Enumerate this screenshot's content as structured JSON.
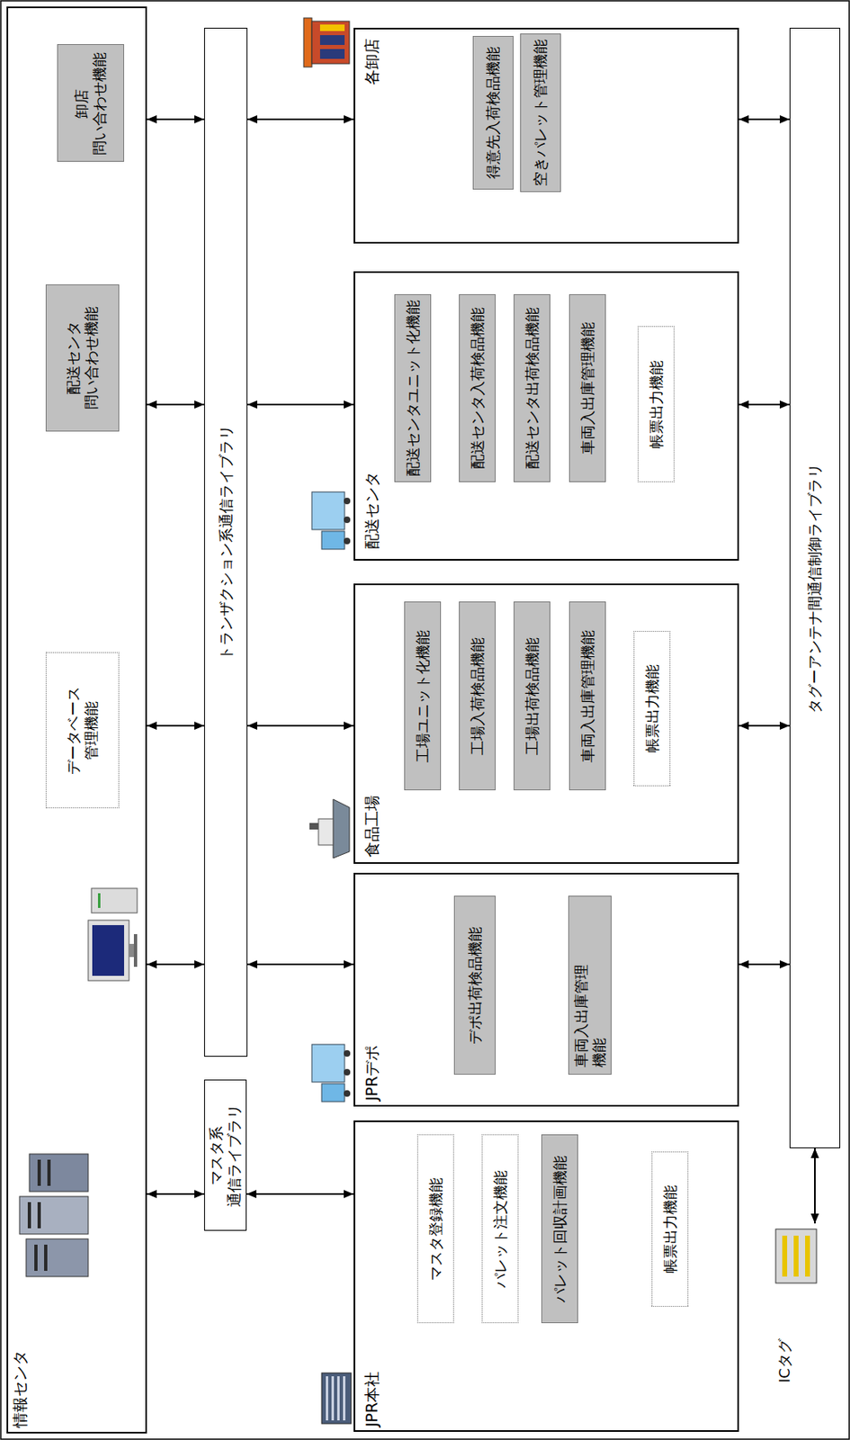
{
  "diagram": {
    "nodes": [
      {
        "text": [
          "情報センタ"
        ]
      },
      {
        "text": [
          "データベース 管理機能"
        ],
        "in": 0
      },
      {
        "text": [
          "配送センタ 問い合わせ機能"
        ],
        "in": 0
      },
      {
        "text": [
          "卸店 問い合わせ機能"
        ],
        "in": 0
      },
      {
        "text": [
          "マスタ系 通信ライブラリ"
        ]
      },
      {
        "text": [
          "トランザクション系通信ライブラリ"
        ]
      },
      {
        "text": [
          "JPR本社"
        ]
      },
      {
        "text": [
          "マスタ登録機能"
        ],
        "in": 6
      },
      {
        "text": [
          "パレット注文機能"
        ],
        "in": 6
      },
      {
        "text": [
          "パレット回収計画機能"
        ],
        "in": 6
      },
      {
        "text": [
          "帳票出力機能"
        ],
        "in": 6
      },
      {
        "text": [
          "JPRデポ"
        ]
      },
      {
        "text": [
          "デポ出荷検品機能"
        ],
        "in": 11
      },
      {
        "text": [
          "車両入出庫管理 機能"
        ],
        "in": 11
      },
      {
        "text": [
          "食品工場"
        ]
      },
      {
        "text": [
          "工場ユニット化機能"
        ],
        "in": 14
      },
      {
        "text": [
          "工場入荷検品機能"
        ],
        "in": 14
      },
      {
        "text": [
          "工場出荷検品機能"
        ],
        "in": 14
      },
      {
        "text": [
          "車両入出庫管理機能"
        ],
        "in": 14
      },
      {
        "text": [
          "帳票出力機能"
        ],
        "in": 14
      },
      {
        "text": [
          "配送センタ"
        ]
      },
      {
        "text": [
          "配送センタユニット化機能"
        ],
        "in": 20
      },
      {
        "text": [
          "配送センタ入荷検品機能"
        ],
        "in": 20
      },
      {
        "text": [
          "配送センタ出荷検品機能"
        ],
        "in": 20
      },
      {
        "text": [
          "車両入出庫管理機能"
        ],
        "in": 20
      },
      {
        "text": [
          "帳票出力機能"
        ],
        "in": 20
      },
      {
        "text": [
          "各卸店"
        ]
      },
      {
        "text": [
          "得意先入荷検品機能"
        ],
        "in": 26
      },
      {
        "text": [
          "空きパレット管理機能"
        ],
        "in": 26
      },
      {
        "text": [
          "ICタグ"
        ]
      },
      {
        "text": [
          "タグーアンテナ間通信制御ライブラリ"
        ]
      }
    ],
    "edges": [
      {
        "from": 0,
        "to": 4,
        "arrow": "both"
      },
      {
        "from": 0,
        "to": 5,
        "arrow": "both"
      },
      {
        "from": 0,
        "to": 5,
        "arrow": "both"
      },
      {
        "from": 0,
        "to": 5,
        "arrow": "both"
      },
      {
        "from": 0,
        "to": 5,
        "arrow": "both"
      },
      {
        "from": 4,
        "to": 6,
        "arrow": "both"
      },
      {
        "from": 5,
        "to": 11,
        "arrow": "both"
      },
      {
        "from": 5,
        "to": 14,
        "arrow": "both"
      },
      {
        "from": 5,
        "to": 20,
        "arrow": "both"
      },
      {
        "from": 5,
        "to": 26,
        "arrow": "both"
      },
      {
        "from": 11,
        "to": 30,
        "arrow": "both"
      },
      {
        "from": 14,
        "to": 30,
        "arrow": "both"
      },
      {
        "from": 20,
        "to": 30,
        "arrow": "both"
      },
      {
        "from": 26,
        "to": 30,
        "arrow": "both"
      },
      {
        "from": 30,
        "to": 29,
        "arrow": "both"
      }
    ]
  }
}
